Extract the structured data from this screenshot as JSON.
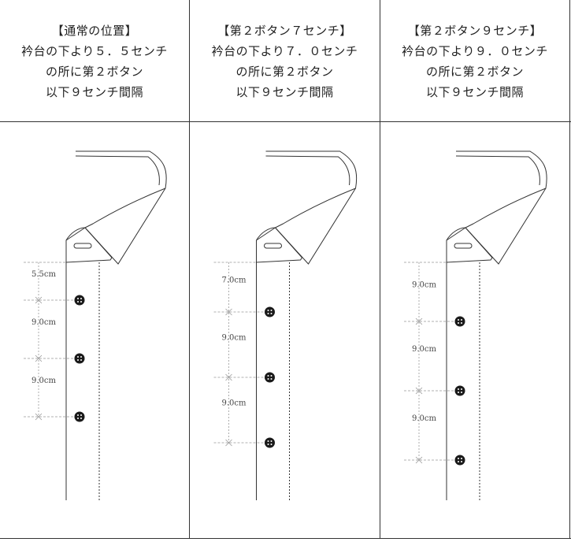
{
  "columns": [
    {
      "id": "standard",
      "heading": [
        "【通常の位置】",
        "衿台の下より５．５センチ",
        "の所に第２ボタン",
        "以下９センチ間隔"
      ],
      "measurements": [
        "5.5cm",
        "9.0cm",
        "9.0cm"
      ]
    },
    {
      "id": "seven",
      "heading": [
        "【第２ボタン７センチ】",
        "衿台の下より７．０センチ",
        "の所に第２ボタン",
        "以下９センチ間隔"
      ],
      "measurements": [
        "7.0cm",
        "9.0cm",
        "9.0cm"
      ]
    },
    {
      "id": "nine",
      "heading": [
        "【第２ボタン９センチ】",
        "衿台の下より９．０センチ",
        "の所に第２ボタン",
        "以下９センチ間隔"
      ],
      "measurements": [
        "9.0cm",
        "9.0cm",
        "9.0cm"
      ]
    }
  ],
  "icons": {
    "collar": "shirt-collar-icon",
    "button": "shirt-button-icon"
  },
  "colors": {
    "line": "#333333",
    "dim_line": "#999999",
    "button": "#1a1a1a"
  }
}
